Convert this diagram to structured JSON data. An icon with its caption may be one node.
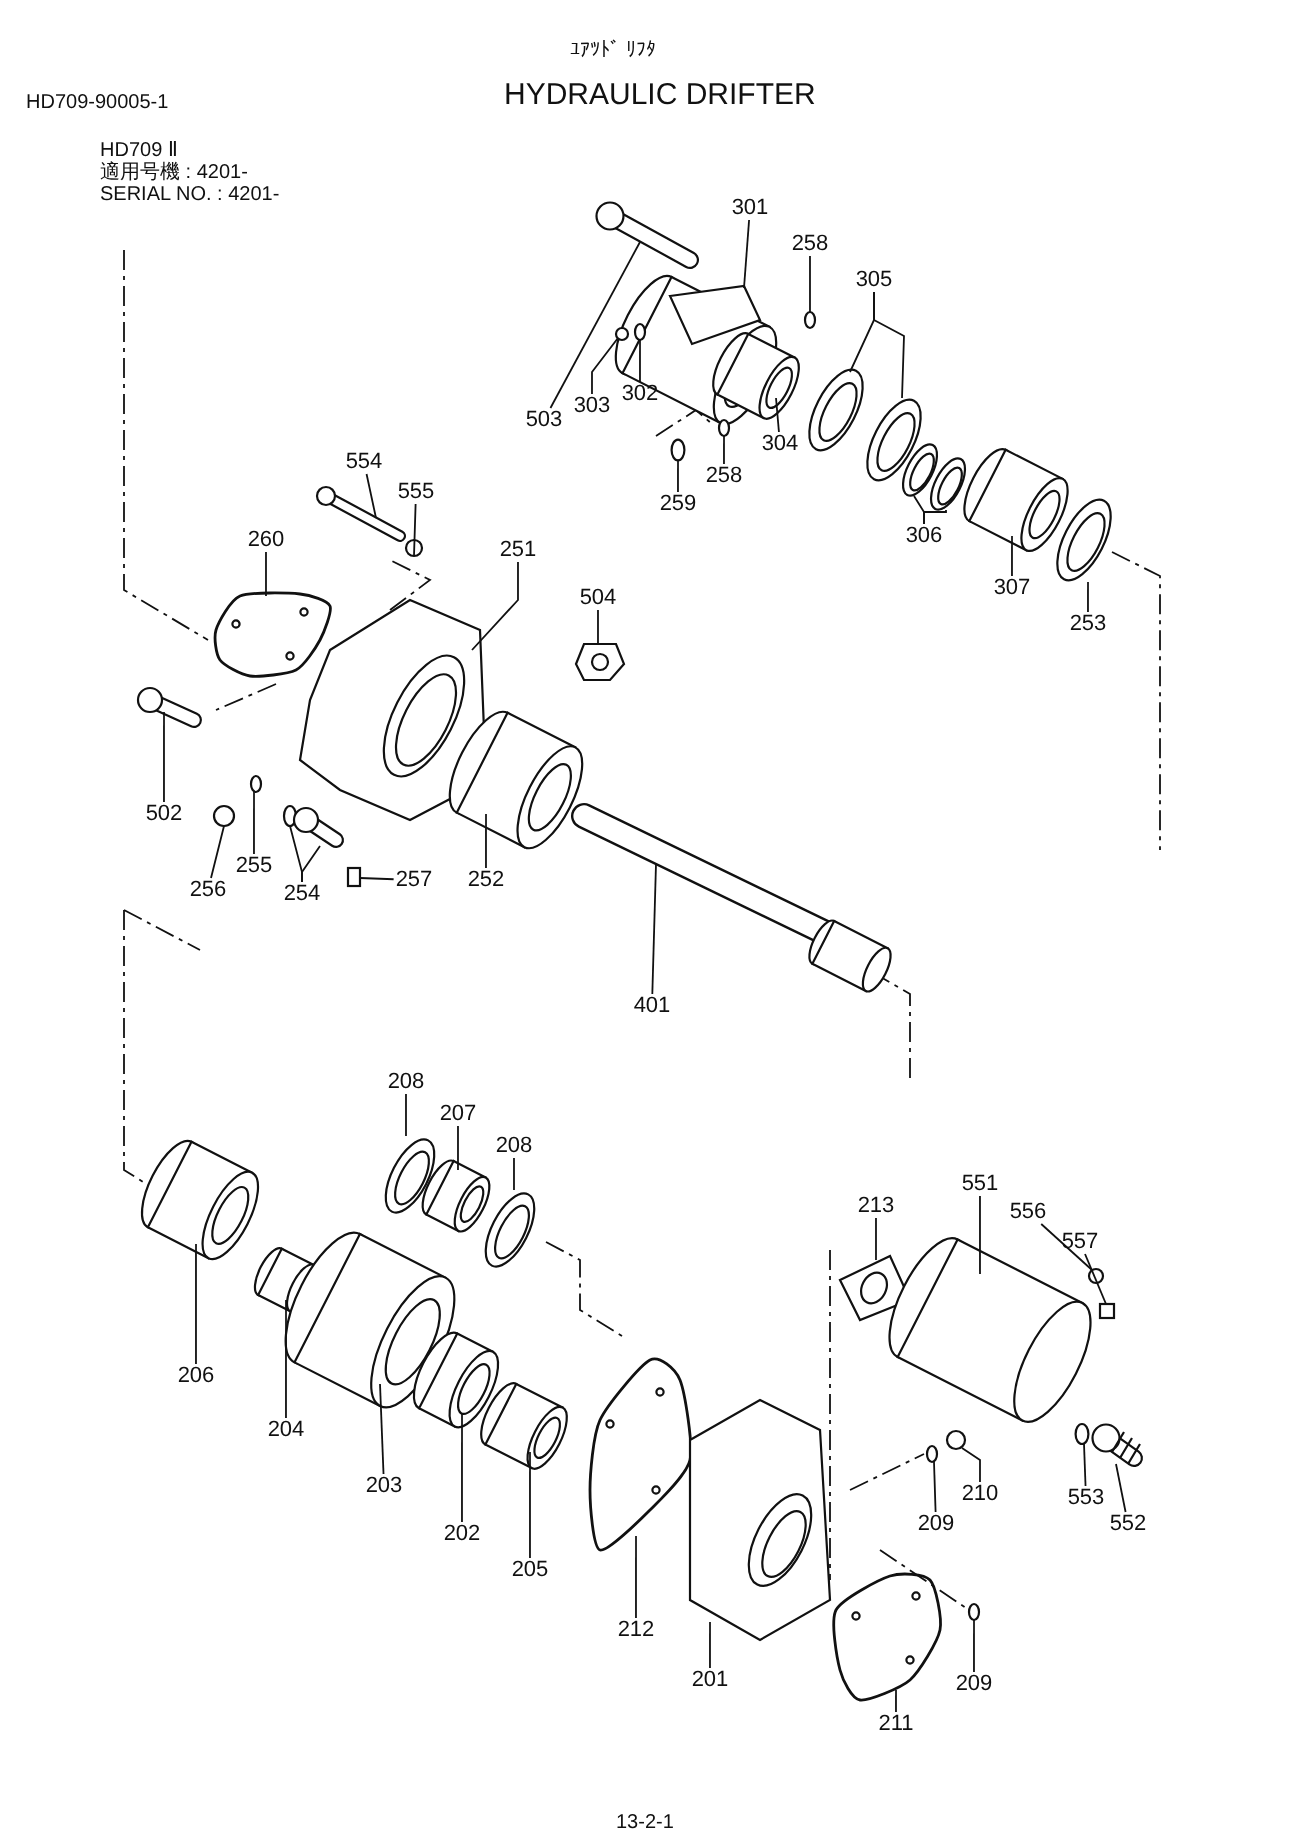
{
  "diagram": {
    "title": "HYDRAULIC DRIFTER",
    "nodes": [
      {
        "text": [
          "301"
        ]
      },
      {
        "text": [
          "258"
        ]
      },
      {
        "text": [
          "305"
        ]
      },
      {
        "text": [
          "503"
        ]
      },
      {
        "text": [
          "303"
        ]
      },
      {
        "text": [
          "302"
        ]
      },
      {
        "text": [
          "304"
        ]
      },
      {
        "text": [
          "258"
        ]
      },
      {
        "text": [
          "259"
        ]
      },
      {
        "text": [
          "306"
        ]
      },
      {
        "text": [
          "307"
        ]
      },
      {
        "text": [
          "253"
        ]
      },
      {
        "text": [
          "554"
        ]
      },
      {
        "text": [
          "555"
        ]
      },
      {
        "text": [
          "260"
        ]
      },
      {
        "text": [
          "251"
        ]
      },
      {
        "text": [
          "504"
        ]
      },
      {
        "text": [
          "502"
        ]
      },
      {
        "text": [
          "255"
        ]
      },
      {
        "text": [
          "256"
        ]
      },
      {
        "text": [
          "254"
        ]
      },
      {
        "text": [
          "257"
        ]
      },
      {
        "text": [
          "252"
        ]
      },
      {
        "text": [
          "401"
        ]
      },
      {
        "text": [
          "208"
        ]
      },
      {
        "text": [
          "207"
        ]
      },
      {
        "text": [
          "208"
        ]
      },
      {
        "text": [
          "213"
        ]
      },
      {
        "text": [
          "551"
        ]
      },
      {
        "text": [
          "556"
        ]
      },
      {
        "text": [
          "557"
        ]
      },
      {
        "text": [
          "206"
        ]
      },
      {
        "text": [
          "204"
        ]
      },
      {
        "text": [
          "203"
        ]
      },
      {
        "text": [
          "202"
        ]
      },
      {
        "text": [
          "205"
        ]
      },
      {
        "text": [
          "209"
        ]
      },
      {
        "text": [
          "210"
        ]
      },
      {
        "text": [
          "553"
        ]
      },
      {
        "text": [
          "552"
        ]
      },
      {
        "text": [
          "212"
        ]
      },
      {
        "text": [
          "201"
        ]
      },
      {
        "text": [
          "211"
        ]
      },
      {
        "text": [
          "209"
        ]
      },
      {
        "text": [],
        "shape": "picture"
      },
      {
        "text": [],
        "shape": "circle"
      },
      {
        "text": [],
        "shape": "picture"
      },
      {
        "text": [],
        "shape": "picture"
      },
      {
        "text": [],
        "shape": "picture"
      },
      {
        "text": [],
        "shape": "circle"
      },
      {
        "text": [],
        "shape": "circle"
      },
      {
        "text": [],
        "shape": "picture"
      },
      {
        "text": [],
        "shape": "circle"
      },
      {
        "text": [],
        "shape": "circle"
      },
      {
        "text": [],
        "shape": "picture"
      },
      {
        "text": [],
        "shape": "picture"
      },
      {
        "text": [],
        "shape": "picture"
      },
      {
        "text": [],
        "shape": "picture"
      },
      {
        "text": [],
        "shape": "picture"
      },
      {
        "text": [],
        "shape": "circle"
      },
      {
        "text": [],
        "shape": "picture"
      },
      {
        "text": [],
        "shape": "picture"
      },
      {
        "text": [],
        "shape": "picture"
      },
      {
        "text": [],
        "shape": "picture"
      },
      {
        "text": [],
        "shape": "circle"
      },
      {
        "text": [],
        "shape": "circle"
      },
      {
        "text": [],
        "shape": "circle"
      },
      {
        "text": [],
        "shape": "picture"
      },
      {
        "text": [],
        "shape": "box"
      },
      {
        "text": [],
        "shape": "picture"
      },
      {
        "text": [],
        "shape": "picture"
      },
      {
        "text": [],
        "shape": "picture"
      },
      {
        "text": [],
        "shape": "picture"
      },
      {
        "text": [],
        "shape": "picture"
      },
      {
        "text": [],
        "shape": "picture"
      },
      {
        "text": [],
        "shape": "picture"
      },
      {
        "text": [],
        "shape": "circle"
      },
      {
        "text": [],
        "shape": "box"
      },
      {
        "text": [],
        "shape": "picture"
      },
      {
        "text": [],
        "shape": "picture"
      },
      {
        "text": [],
        "shape": "picture"
      },
      {
        "text": [],
        "shape": "picture"
      },
      {
        "text": [],
        "shape": "picture"
      },
      {
        "text": [],
        "shape": "circle"
      },
      {
        "text": [],
        "shape": "circle"
      },
      {
        "text": [],
        "shape": "circle"
      },
      {
        "text": [],
        "shape": "picture"
      },
      {
        "text": [],
        "shape": "picture"
      },
      {
        "text": [],
        "shape": "picture"
      },
      {
        "text": [],
        "shape": "picture"
      },
      {
        "text": [],
        "shape": "circle"
      }
    ],
    "edges": [
      {
        "from": 0,
        "to": 44,
        "arrow": "none"
      },
      {
        "from": 1,
        "to": 45,
        "arrow": "none"
      },
      {
        "from": 2,
        "to": 46,
        "arrow": "none"
      },
      {
        "from": 2,
        "to": 47,
        "arrow": "none"
      },
      {
        "from": 3,
        "to": 48,
        "arrow": "none"
      },
      {
        "from": 4,
        "to": 49,
        "arrow": "none"
      },
      {
        "from": 5,
        "to": 50,
        "arrow": "none"
      },
      {
        "from": 6,
        "to": 51,
        "arrow": "none"
      },
      {
        "from": 7,
        "to": 52,
        "arrow": "none"
      },
      {
        "from": 8,
        "to": 53,
        "arrow": "none"
      },
      {
        "from": 9,
        "to": 54,
        "arrow": "none"
      },
      {
        "from": 9,
        "to": 55,
        "arrow": "none"
      },
      {
        "from": 10,
        "to": 56,
        "arrow": "none"
      },
      {
        "from": 11,
        "to": 57,
        "arrow": "none"
      },
      {
        "from": 12,
        "to": 58,
        "arrow": "none"
      },
      {
        "from": 13,
        "to": 59,
        "arrow": "none"
      },
      {
        "from": 14,
        "to": 60,
        "arrow": "none"
      },
      {
        "from": 15,
        "to": 61,
        "arrow": "none"
      },
      {
        "from": 16,
        "to": 62,
        "arrow": "none"
      },
      {
        "from": 17,
        "to": 63,
        "arrow": "none"
      },
      {
        "from": 18,
        "to": 64,
        "arrow": "none"
      },
      {
        "from": 19,
        "to": 65,
        "arrow": "none"
      },
      {
        "from": 20,
        "to": 66,
        "arrow": "none"
      },
      {
        "from": 20,
        "to": 67,
        "arrow": "none"
      },
      {
        "from": 21,
        "to": 68,
        "arrow": "none"
      },
      {
        "from": 22,
        "to": 69,
        "arrow": "none"
      },
      {
        "from": 23,
        "to": 70,
        "arrow": "none"
      },
      {
        "from": 24,
        "to": 71,
        "arrow": "none"
      },
      {
        "from": 25,
        "to": 72,
        "arrow": "none"
      },
      {
        "from": 26,
        "to": 73,
        "arrow": "none"
      },
      {
        "from": 27,
        "to": 74,
        "arrow": "none"
      },
      {
        "from": 28,
        "to": 75,
        "arrow": "none"
      },
      {
        "from": 29,
        "to": 76,
        "arrow": "none"
      },
      {
        "from": 30,
        "to": 77,
        "arrow": "none"
      },
      {
        "from": 31,
        "to": 78,
        "arrow": "none"
      },
      {
        "from": 32,
        "to": 79,
        "arrow": "none"
      },
      {
        "from": 33,
        "to": 80,
        "arrow": "none"
      },
      {
        "from": 34,
        "to": 81,
        "arrow": "none"
      },
      {
        "from": 35,
        "to": 82,
        "arrow": "none"
      },
      {
        "from": 36,
        "to": 83,
        "arrow": "none"
      },
      {
        "from": 37,
        "to": 84,
        "arrow": "none"
      },
      {
        "from": 38,
        "to": 85,
        "arrow": "none"
      },
      {
        "from": 39,
        "to": 86,
        "arrow": "none"
      },
      {
        "from": 40,
        "to": 87,
        "arrow": "none"
      },
      {
        "from": 41,
        "to": 88,
        "arrow": "none"
      },
      {
        "from": 42,
        "to": 89,
        "arrow": "none"
      },
      {
        "from": 43,
        "to": 90,
        "arrow": "none"
      }
    ],
    "labels": [
      "ﾕｱﾂﾄﾞ ﾘﾌﾀ",
      "HD709-90005-1",
      "HD709 Ⅱ",
      "適用号機 : 4201-",
      "SERIAL NO. : 4201-",
      "13-2-1"
    ]
  }
}
